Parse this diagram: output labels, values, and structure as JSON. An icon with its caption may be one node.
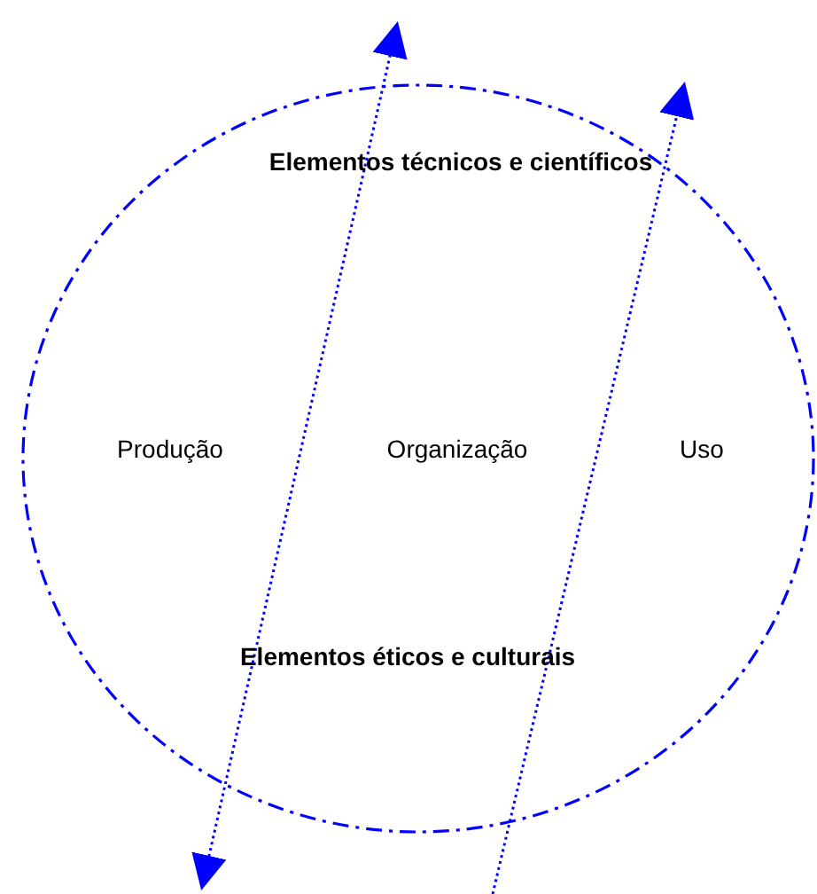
{
  "diagram": {
    "nodes": [
      {
        "text": [
          "Elementos técnicos e científicos",
          "Produção",
          "Organização",
          "Uso",
          "Elementos éticos e culturais"
        ]
      }
    ]
  }
}
